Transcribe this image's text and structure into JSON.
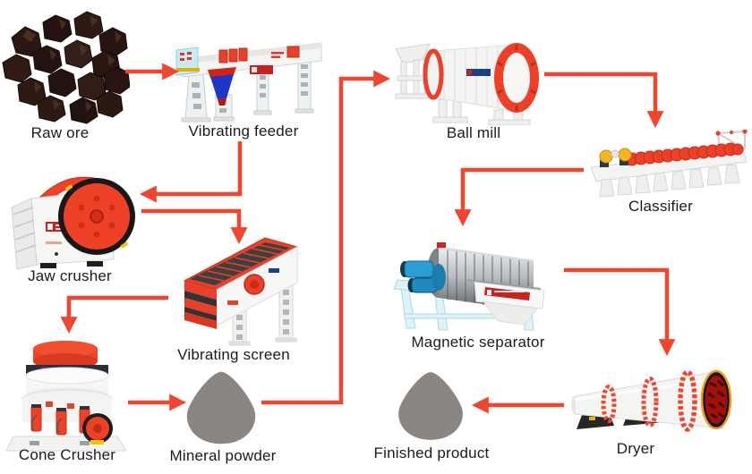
{
  "diagram": {
    "nodes": [
      {
        "id": "raw-ore",
        "label": "Raw ore"
      },
      {
        "id": "vibrating-feeder",
        "label": "Vibrating feeder"
      },
      {
        "id": "ball-mill",
        "label": "Ball mill"
      },
      {
        "id": "classifier",
        "label": "Classifier"
      },
      {
        "id": "jaw-crusher",
        "label": "Jaw crusher"
      },
      {
        "id": "vibrating-screen",
        "label": "Vibrating screen"
      },
      {
        "id": "cone-crusher",
        "label": "Cone Crusher"
      },
      {
        "id": "mineral-powder",
        "label": "Mineral powder"
      },
      {
        "id": "magnetic-separator",
        "label": "Magnetic separator"
      },
      {
        "id": "dryer",
        "label": "Dryer"
      },
      {
        "id": "finished-product",
        "label": "Finished product"
      }
    ],
    "edges": [
      {
        "from": "raw-ore",
        "to": "vibrating-feeder"
      },
      {
        "from": "vibrating-feeder",
        "to": "jaw-crusher"
      },
      {
        "from": "jaw-crusher",
        "to": "vibrating-screen"
      },
      {
        "from": "vibrating-screen",
        "to": "cone-crusher"
      },
      {
        "from": "cone-crusher",
        "to": "mineral-powder"
      },
      {
        "from": "mineral-powder",
        "to": "ball-mill"
      },
      {
        "from": "ball-mill",
        "to": "classifier"
      },
      {
        "from": "classifier",
        "to": "magnetic-separator"
      },
      {
        "from": "magnetic-separator",
        "to": "dryer"
      },
      {
        "from": "dryer",
        "to": "finished-product"
      }
    ],
    "colors": {
      "background": "#ffffff",
      "arrow": "#f0462f",
      "label_text": "#1b1b1b",
      "machine_red": "#ee4128",
      "blob_gray": "#8a8684"
    }
  }
}
